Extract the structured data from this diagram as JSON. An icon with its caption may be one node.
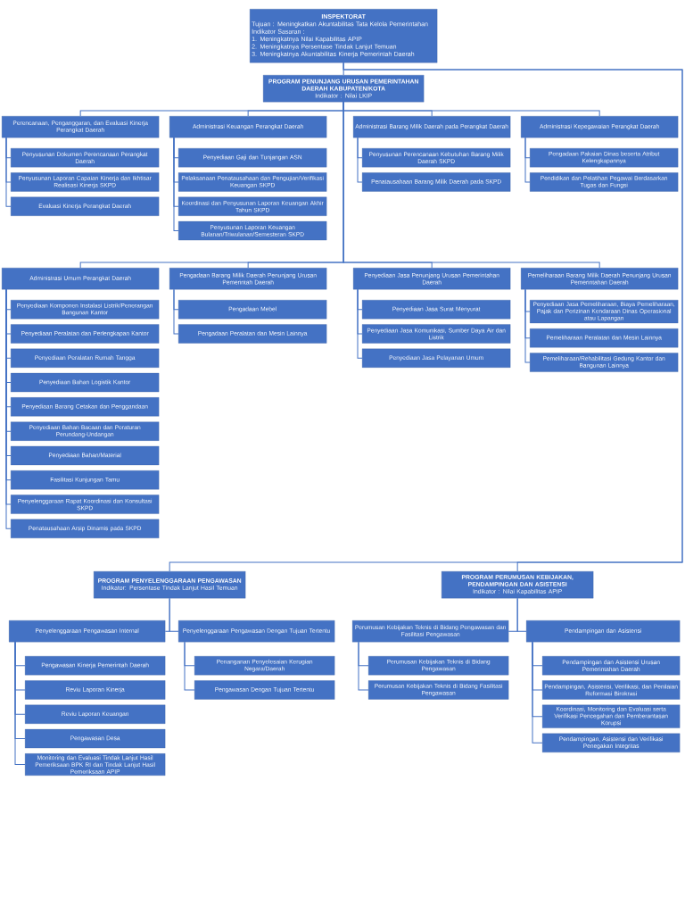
{
  "diagram": {
    "nodes": [
      {
        "text": [
          "INSPEKTORAT",
          "Tujuan : Meningkatkan Akuntabilitas Tata Kelola Pemerintahan",
          "Indikator Sasaran :",
          "1. Meningkatnya Nilai Kapabilitas APIP",
          "2. Meningkatnya Persentase Tindak Lanjut Temuan",
          "3. Meningkatnya Akuntabilitas Kinerja Pemerintah Daerah"
        ]
      },
      {
        "text": [
          "PROGRAM PENUNJANG URUSAN PEMERINTAHAN DAERAH KABUPATEN/KOTA",
          "Indikator : Nilai LKIP"
        ]
      },
      {
        "text": [
          "PROGRAM PENYELENGGARAAN PENGAWASAN",
          "Indikator: Persentase Tindak Lanjut Hasil Temuan"
        ]
      },
      {
        "text": [
          "PROGRAM PERUMUSAN KEBIJAKAN, PENDAMPINGAN DAN ASISTENSI",
          "Indikator : Nilai Kapabilitas APIP"
        ]
      },
      {
        "text": [
          "Perencanaan, Penganggaran, dan Evaluasi Kinerja Perangkat Daerah"
        ]
      },
      {
        "text": [
          "Penyusunan Dokumen Perencanaan Perangkat Daerah"
        ]
      },
      {
        "text": [
          "Penyusunan Laporan Capaian Kinerja dan Ikhtisar Realisasi Kinerja SKPD"
        ]
      },
      {
        "text": [
          "Evaluasi Kinerja Perangkat Daerah"
        ]
      },
      {
        "text": [
          "Administrasi Keuangan Perangkat Daerah"
        ]
      },
      {
        "text": [
          "Penyediaan Gaji dan Tunjangan ASN"
        ]
      },
      {
        "text": [
          "Pelaksanaan Penatausahaan dan Pengujian/Verifikasi Keuangan SKPD"
        ]
      },
      {
        "text": [
          "Koordinasi dan Penyusunan Laporan Keuangan Akhir Tahun SKPD"
        ]
      },
      {
        "text": [
          "Penyusunan Laporan Keuangan Bulanan/Triwulanan/Semesteran SKPD"
        ]
      },
      {
        "text": [
          "Administrasi Barang Milik Daerah pada Perangkat Daerah"
        ]
      },
      {
        "text": [
          "Penyusunan Perencanaan Kebutuhan Barang Milik Daerah SKPD"
        ]
      },
      {
        "text": [
          "Penatausahaan Barang Milik Daerah pada SKPD"
        ]
      },
      {
        "text": [
          "Administrasi Kepegawaian Perangkat Daerah"
        ]
      },
      {
        "text": [
          "Pengadaan Pakaian Dinas beserta Atribut Kelengkapannya"
        ]
      },
      {
        "text": [
          "Pendidikan dan Pelatihan Pegawai Berdasarkan Tugas dan Fungsi"
        ]
      },
      {
        "text": [
          "Administrasi Umum Perangkat Daerah"
        ]
      },
      {
        "text": [
          "Penyediaan Komponen Instalasi Listrik/Penerangan Bangunan Kantor"
        ]
      },
      {
        "text": [
          "Penyediaan Peralatan dan Perlengkapan Kantor"
        ]
      },
      {
        "text": [
          "Penyediaan Peralatan Rumah Tangga"
        ]
      },
      {
        "text": [
          "Penyediaan Bahan Logistik Kantor"
        ]
      },
      {
        "text": [
          "Penyediaan Barang Cetakan dan Penggandaan"
        ]
      },
      {
        "text": [
          "Penyediaan Bahan Bacaan dan Peraturan Perundang-Undangan"
        ]
      },
      {
        "text": [
          "Penyediaan Bahan/Material"
        ]
      },
      {
        "text": [
          "Fasilitasi Kunjungan Tamu"
        ]
      },
      {
        "text": [
          "Penyelenggaraan Rapat Koordinasi dan Konsultasi SKPD"
        ]
      },
      {
        "text": [
          "Penatausahaan Arsip Dinamis pada SKPD"
        ]
      },
      {
        "text": [
          "Pengadaan Barang Milik Daerah Penunjang Urusan Pemerintah Daerah"
        ]
      },
      {
        "text": [
          "Pengadaan Mebel"
        ]
      },
      {
        "text": [
          "Pengadaan Peralatan dan Mesin Lainnya"
        ]
      },
      {
        "text": [
          "Penyediaan Jasa Penunjang Urusan Pemerintahan Daerah"
        ]
      },
      {
        "text": [
          "Penyediaan Jasa Surat Menyurat"
        ]
      },
      {
        "text": [
          "Penyediaan Jasa Komunikasi, Sumber Daya Air dan Listrik"
        ]
      },
      {
        "text": [
          "Penyediaan Jasa Pelayanan Umum"
        ]
      },
      {
        "text": [
          "Pemeliharaan Barang Milik Daerah Penunjang Urusan Pemerintahan Daerah"
        ]
      },
      {
        "text": [
          "Penyediaan Jasa Pemeliharaan, Biaya Pemeliharaan, Pajak dan Perizinan Kendaraan Dinas Operasional atau Lapangan"
        ]
      },
      {
        "text": [
          "Pemeliharaan Peralatan dan Mesin Lainnya"
        ]
      },
      {
        "text": [
          "Pemeliharaan/Rehabilitasi Gedung Kantor dan Bangunan Lainnya"
        ]
      },
      {
        "text": [
          "Penyelenggaraan Pengawasan Internal"
        ]
      },
      {
        "text": [
          "Pengawasan Kinerja Pemerintah Daerah"
        ]
      },
      {
        "text": [
          "Reviu Laporan Kinerja"
        ]
      },
      {
        "text": [
          "Reviu Laporan Keuangan"
        ]
      },
      {
        "text": [
          "Pengawasan Desa"
        ]
      },
      {
        "text": [
          "Monitoring dan Evaluasi Tindak Lanjut Hasil Pemeriksaan BPK RI dan Tindak Lanjut Hasil Pemeriksaan APIP"
        ]
      },
      {
        "text": [
          "Penyelenggaraan Pengawasan Dengan Tujuan Tertentu"
        ]
      },
      {
        "text": [
          "Penanganan Penyelesaian Kerugian Negara/Daerah"
        ]
      },
      {
        "text": [
          "Pengawasan Dengan Tujuan Tertentu"
        ]
      },
      {
        "text": [
          "Perumusan Kebijakan Teknis di Bidang Pengawasan dan Fasilitasi Pengawasan"
        ]
      },
      {
        "text": [
          "Perumusan Kebijakan Teknis di Bidang Pengawasan"
        ]
      },
      {
        "text": [
          "Perumusan Kebijakan Teknis di Bidang Fasilitasi Pengawasan"
        ]
      },
      {
        "text": [
          "Pendampingan dan Asistensi"
        ]
      },
      {
        "text": [
          "Pendampingan dan Asistensi Urusan Pemerintahan Daerah"
        ]
      },
      {
        "text": [
          "Pendampingan, Asistensi, Verifikasi, dan Penilaian Reformasi Birokrasi"
        ]
      },
      {
        "text": [
          "Koordinasi, Monitoring dan Evaluasi serta Verifikasi Pencegahan dan Pemberantasan Korupsi"
        ]
      },
      {
        "text": [
          "Pendampingan, Asistensi dan Verifikasi Penegakan Integritas"
        ]
      }
    ],
    "edges": [
      {
        "from": 0,
        "to": 1,
        "arrow": "none"
      },
      {
        "from": 0,
        "to": 2,
        "arrow": "none"
      },
      {
        "from": 0,
        "to": 3,
        "arrow": "none"
      },
      {
        "from": 1,
        "to": 4,
        "arrow": "none"
      },
      {
        "from": 1,
        "to": 8,
        "arrow": "none"
      },
      {
        "from": 1,
        "to": 13,
        "arrow": "none"
      },
      {
        "from": 1,
        "to": 16,
        "arrow": "none"
      },
      {
        "from": 1,
        "to": 19,
        "arrow": "none"
      },
      {
        "from": 1,
        "to": 30,
        "arrow": "none"
      },
      {
        "from": 1,
        "to": 33,
        "arrow": "none"
      },
      {
        "from": 1,
        "to": 37,
        "arrow": "none"
      },
      {
        "from": 4,
        "to": 5,
        "arrow": "none"
      },
      {
        "from": 4,
        "to": 6,
        "arrow": "none"
      },
      {
        "from": 4,
        "to": 7,
        "arrow": "none"
      },
      {
        "from": 8,
        "to": 9,
        "arrow": "none"
      },
      {
        "from": 8,
        "to": 10,
        "arrow": "none"
      },
      {
        "from": 8,
        "to": 11,
        "arrow": "none"
      },
      {
        "from": 8,
        "to": 12,
        "arrow": "none"
      },
      {
        "from": 13,
        "to": 14,
        "arrow": "none"
      },
      {
        "from": 13,
        "to": 15,
        "arrow": "none"
      },
      {
        "from": 16,
        "to": 17,
        "arrow": "none"
      },
      {
        "from": 16,
        "to": 18,
        "arrow": "none"
      },
      {
        "from": 19,
        "to": 20,
        "arrow": "none"
      },
      {
        "from": 19,
        "to": 21,
        "arrow": "none"
      },
      {
        "from": 19,
        "to": 22,
        "arrow": "none"
      },
      {
        "from": 19,
        "to": 23,
        "arrow": "none"
      },
      {
        "from": 19,
        "to": 24,
        "arrow": "none"
      },
      {
        "from": 19,
        "to": 25,
        "arrow": "none"
      },
      {
        "from": 19,
        "to": 26,
        "arrow": "none"
      },
      {
        "from": 19,
        "to": 27,
        "arrow": "none"
      },
      {
        "from": 19,
        "to": 28,
        "arrow": "none"
      },
      {
        "from": 19,
        "to": 29,
        "arrow": "none"
      },
      {
        "from": 30,
        "to": 31,
        "arrow": "none"
      },
      {
        "from": 30,
        "to": 32,
        "arrow": "none"
      },
      {
        "from": 33,
        "to": 34,
        "arrow": "none"
      },
      {
        "from": 33,
        "to": 35,
        "arrow": "none"
      },
      {
        "from": 33,
        "to": 36,
        "arrow": "none"
      },
      {
        "from": 37,
        "to": 38,
        "arrow": "none"
      },
      {
        "from": 37,
        "to": 39,
        "arrow": "none"
      },
      {
        "from": 37,
        "to": 40,
        "arrow": "none"
      },
      {
        "from": 2,
        "to": 41,
        "arrow": "none"
      },
      {
        "from": 2,
        "to": 47,
        "arrow": "none"
      },
      {
        "from": 41,
        "to": 42,
        "arrow": "none"
      },
      {
        "from": 41,
        "to": 43,
        "arrow": "none"
      },
      {
        "from": 41,
        "to": 44,
        "arrow": "none"
      },
      {
        "from": 41,
        "to": 45,
        "arrow": "none"
      },
      {
        "from": 41,
        "to": 46,
        "arrow": "none"
      },
      {
        "from": 47,
        "to": 48,
        "arrow": "none"
      },
      {
        "from": 47,
        "to": 49,
        "arrow": "none"
      },
      {
        "from": 3,
        "to": 50,
        "arrow": "none"
      },
      {
        "from": 3,
        "to": 53,
        "arrow": "none"
      },
      {
        "from": 50,
        "to": 51,
        "arrow": "none"
      },
      {
        "from": 50,
        "to": 52,
        "arrow": "none"
      },
      {
        "from": 53,
        "to": 54,
        "arrow": "none"
      },
      {
        "from": 53,
        "to": 55,
        "arrow": "none"
      },
      {
        "from": 53,
        "to": 56,
        "arrow": "none"
      },
      {
        "from": 53,
        "to": 57,
        "arrow": "none"
      }
    ]
  }
}
